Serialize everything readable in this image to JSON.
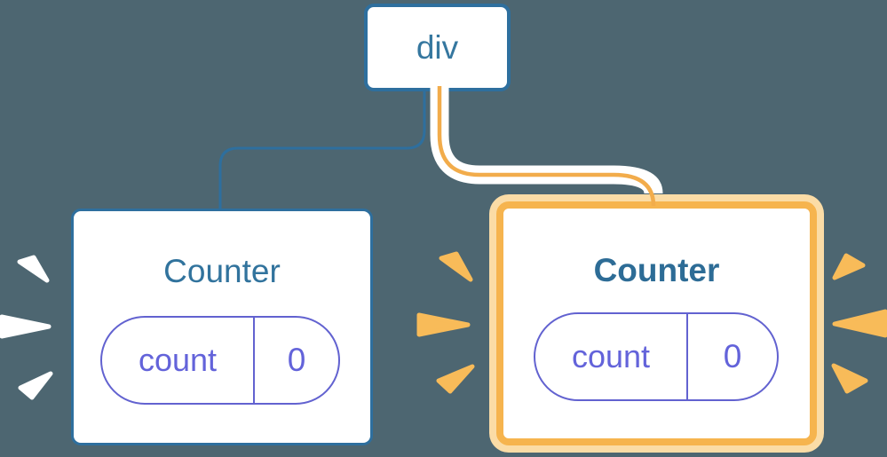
{
  "diagram": {
    "description": "React render tree: a div root with two Counter children; the right Counter is highlighted as freshly mounted with orange glow and burst marks",
    "background_color": "#4D6671"
  },
  "tree": {
    "root": {
      "label": "div"
    },
    "children": [
      {
        "label": "Counter",
        "highlighted": false,
        "state": {
          "key": "count",
          "value": "0"
        }
      },
      {
        "label": "Counter",
        "highlighted": true,
        "state": {
          "key": "count",
          "value": "0"
        }
      }
    ]
  },
  "colors": {
    "background": "#4D6671",
    "node_border_blue": "#2E6F9E",
    "node_text_blue": "#35779F",
    "highlight_orange": "#F6B44E",
    "highlight_orange_light": "#FBDCA6",
    "edge_core_orange": "#F2AC4B",
    "state_purple": "#6262D0",
    "card_background": "#FFFFFF",
    "burst_white": "#FFFFFF",
    "burst_orange": "#F8BB59"
  },
  "icons": {
    "left_bursts": "burst-icon (white, 3 wedges, left of left card)",
    "right_bursts": "burst-icon (orange, 3 wedges each side of right card)"
  }
}
